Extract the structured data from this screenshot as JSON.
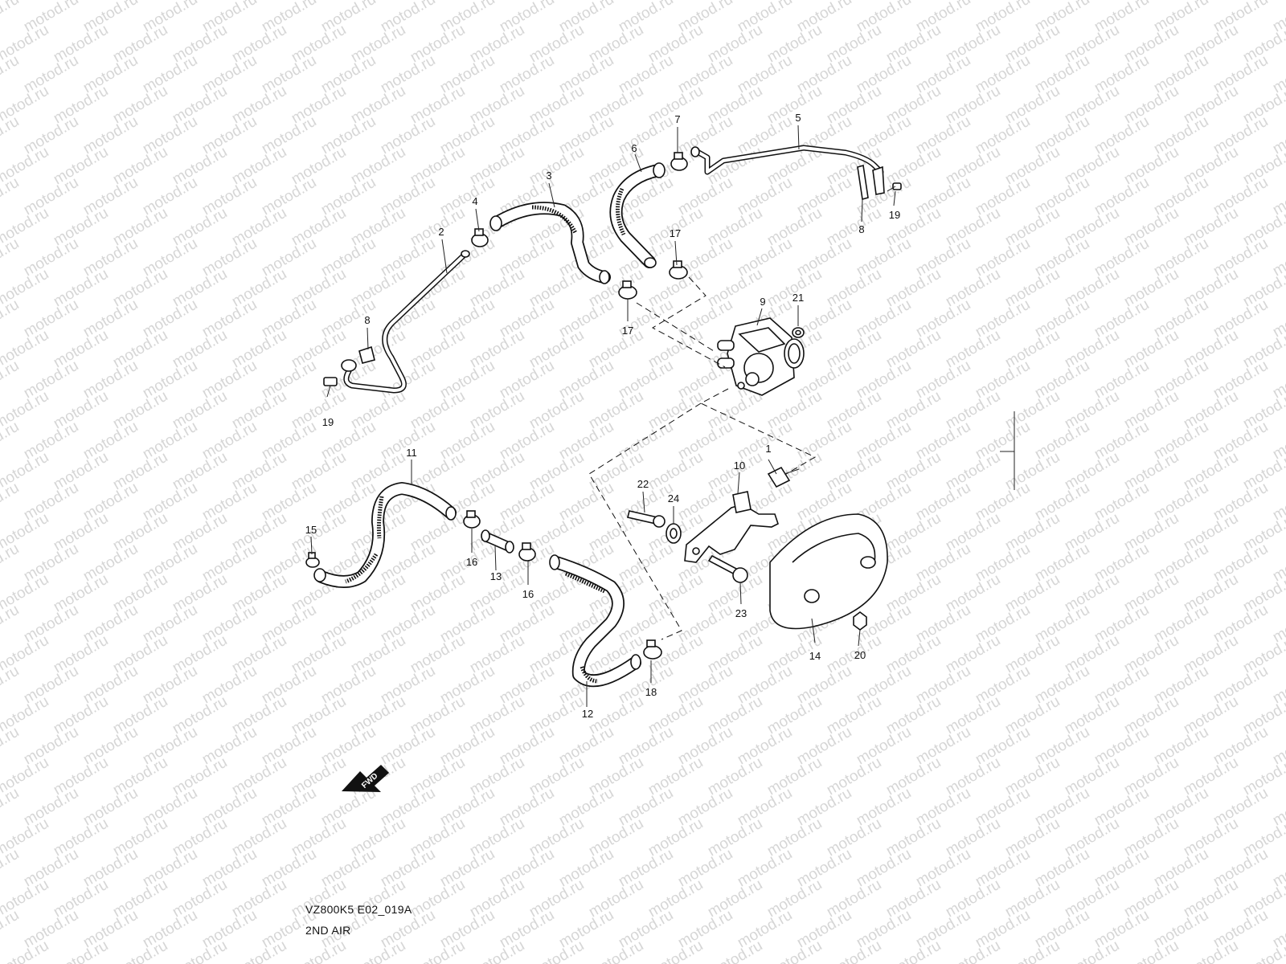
{
  "watermark": "motod.ru",
  "drawing_code": "VZ800K5 E02_019A",
  "drawing_title": "2ND AIR",
  "fwd_label": "FWD",
  "callouts": [
    "1",
    "2",
    "3",
    "4",
    "5",
    "6",
    "7",
    "8",
    "8",
    "9",
    "10",
    "11",
    "12",
    "13",
    "14",
    "15",
    "16",
    "16",
    "17",
    "17",
    "18",
    "19",
    "19",
    "20",
    "21",
    "22",
    "23",
    "24"
  ]
}
